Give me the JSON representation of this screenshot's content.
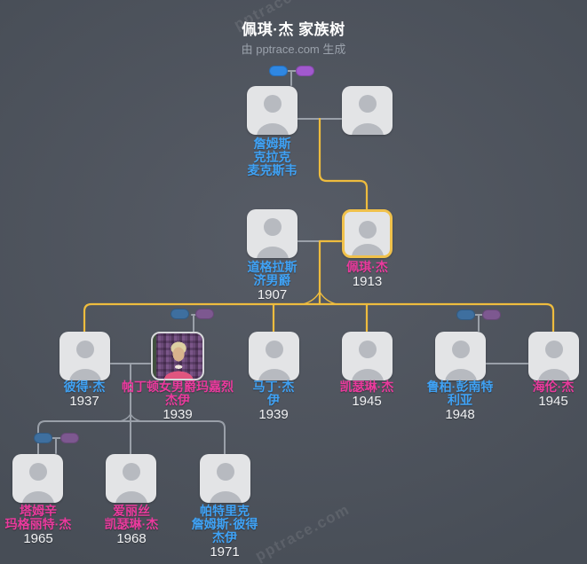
{
  "header": {
    "title": "佩琪·杰 家族树",
    "subtitle": "由 pptrace.com 生成"
  },
  "watermark": {
    "text": "pptrace.com"
  },
  "colors": {
    "bg-center": "#575c66",
    "bg-edge": "#474d56",
    "box": "#e3e4e6",
    "avatar": "#b7bac0",
    "line": "#9aa0a9",
    "highlight": "#eebc3e",
    "selected-border": "#f0c14b",
    "male": "#3fa2f5",
    "female": "#ea3a9d",
    "year": "#f2f3f5",
    "subtitle": "#9aa1ab",
    "pill-male": "#2f87e2",
    "pill-female": "#a159ce",
    "pill-male-muted": "#3e6f9f",
    "pill-female-muted": "#7d5890"
  },
  "persons": [
    {
      "id": "james-clerk-maxwell",
      "name_lines": [
        "詹姆斯",
        "克拉克",
        "麦克斯韦"
      ],
      "year": "",
      "gender": "male"
    },
    {
      "id": "unnamed-spouse",
      "name_lines": [],
      "year": "",
      "gender": "unknown"
    },
    {
      "id": "douglas-jay",
      "name_lines": [
        "道格拉斯",
        "济男爵"
      ],
      "year": "1907",
      "gender": "male"
    },
    {
      "id": "peggy-jay",
      "name_lines": [
        "佩琪·杰"
      ],
      "year": "1913",
      "gender": "female",
      "selected": true
    },
    {
      "id": "peter-jay",
      "name_lines": [
        "彼得·杰"
      ],
      "year": "1937",
      "gender": "male"
    },
    {
      "id": "margaret-jay",
      "name_lines": [
        "帕丁顿女男爵玛嘉烈",
        "杰伊"
      ],
      "year": "1939",
      "gender": "female",
      "photo": true
    },
    {
      "id": "martin-jay",
      "name_lines": [
        "马丁·杰",
        "伊"
      ],
      "year": "1939",
      "gender": "male"
    },
    {
      "id": "catherine-jay",
      "name_lines": [
        "凯瑟琳·杰"
      ],
      "year": "1945",
      "gender": "female"
    },
    {
      "id": "rupert-pennant-rea",
      "name_lines": [
        "鲁柏·彭南特",
        "利亚"
      ],
      "year": "1948",
      "gender": "male"
    },
    {
      "id": "helen-jay",
      "name_lines": [
        "海伦·杰"
      ],
      "year": "1945",
      "gender": "female"
    },
    {
      "id": "tamsin-jay",
      "name_lines": [
        "塔姆辛",
        "玛格丽特·杰"
      ],
      "year": "1965",
      "gender": "female"
    },
    {
      "id": "alice-jay",
      "name_lines": [
        "爱丽丝",
        "凯瑟琳·杰"
      ],
      "year": "1968",
      "gender": "female"
    },
    {
      "id": "patrick-jay",
      "name_lines": [
        "帕特里克",
        "詹姆斯·彼得",
        "杰伊"
      ],
      "year": "1971",
      "gender": "male"
    }
  ]
}
